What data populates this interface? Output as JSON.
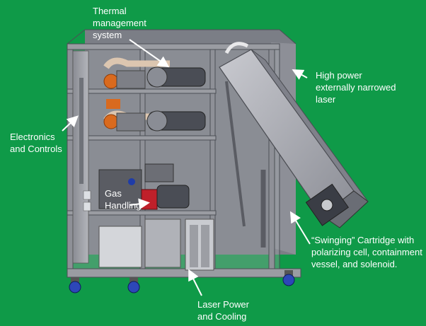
{
  "labels": {
    "thermal": "Thermal\nmanagement\nsystem",
    "laser": "High power\nexternally narrowed\nlaser",
    "electronics": "Electronics\nand Controls",
    "gas": "Gas\nHandling",
    "cartridge": "“Swinging” Cartridge with\npolarizing cell, containment\nvessel, and solenoid.",
    "power": "Laser Power\nand Cooling"
  },
  "colors": {
    "background": "#0f9a48",
    "frame": "#9a9ca2",
    "frame_dark": "#5e6168",
    "cartridge": "#b8b9c0",
    "pipe_orange": "#d96a1e",
    "red_unit": "#c0202a",
    "caster_blue": "#2d47b8",
    "label_text": "#ffffff"
  }
}
